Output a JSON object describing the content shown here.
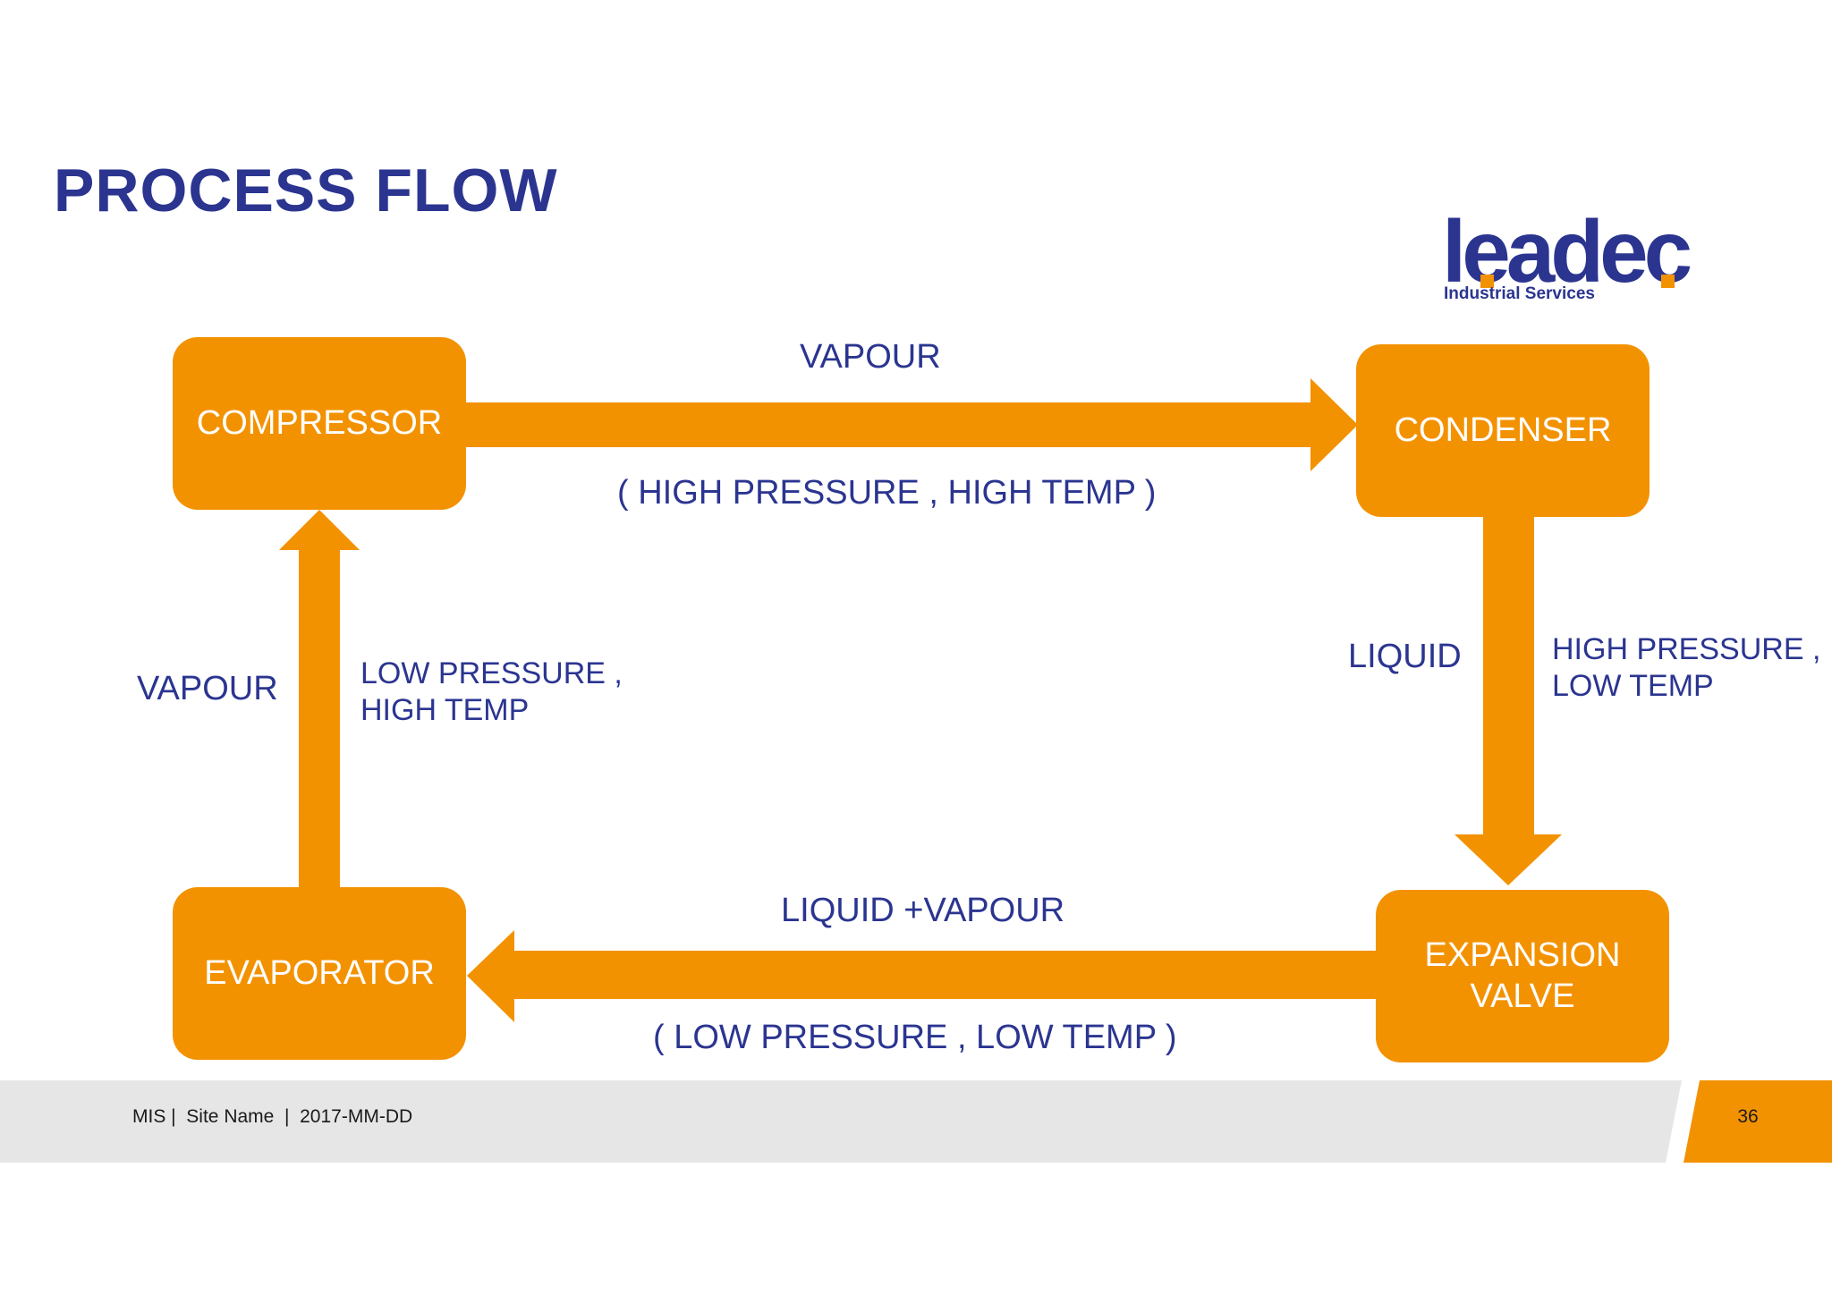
{
  "slide": {
    "title": "PROCESS FLOW",
    "accent_color": "#f39200",
    "text_color": "#2b3590"
  },
  "logo": {
    "wordmark": "leadec",
    "tagline": "Industrial Services"
  },
  "nodes": {
    "compressor": "COMPRESSOR",
    "condenser": "CONDENSER",
    "evaporator": "EVAPORATOR",
    "expansion_valve_line1": "EXPANSION",
    "expansion_valve_line2": "VALVE"
  },
  "flows": {
    "top_state": "VAPOUR",
    "top_condition": "( HIGH PRESSURE , HIGH TEMP )",
    "right_state": "LIQUID",
    "right_condition_line1": "HIGH PRESSURE ,",
    "right_condition_line2": "LOW TEMP",
    "bottom_state": "LIQUID +VAPOUR",
    "bottom_condition": "( LOW PRESSURE , LOW TEMP )",
    "left_state": "VAPOUR",
    "left_condition_line1": "LOW PRESSURE ,",
    "left_condition_line2": "HIGH TEMP"
  },
  "footer": {
    "text": "MIS |  Site Name  |  2017-MM-DD",
    "page_number": "36"
  }
}
